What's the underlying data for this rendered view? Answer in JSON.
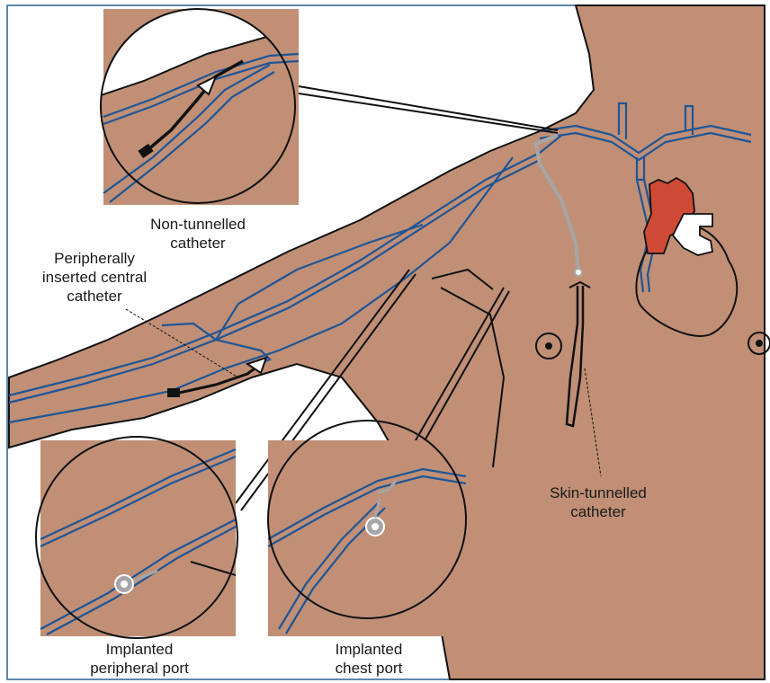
{
  "colors": {
    "skin": "#c08f76",
    "vein": "#1f5596",
    "vein_light": "#5f86b8",
    "heart": "#cf4a35",
    "catheter_grey": "#a6a6a6",
    "outline": "#111111",
    "border": "#2c5f8f"
  },
  "labels": {
    "non_tunnelled": [
      "Non-tunnelled",
      "catheter"
    ],
    "picc": [
      "Peripherally",
      "inserted central",
      "catheter"
    ],
    "skin_tunnelled": [
      "Skin-tunnelled",
      "catheter"
    ],
    "peripheral_port": [
      "Implanted",
      "peripheral port"
    ],
    "chest_port": [
      "Implanted",
      "chest port"
    ]
  }
}
